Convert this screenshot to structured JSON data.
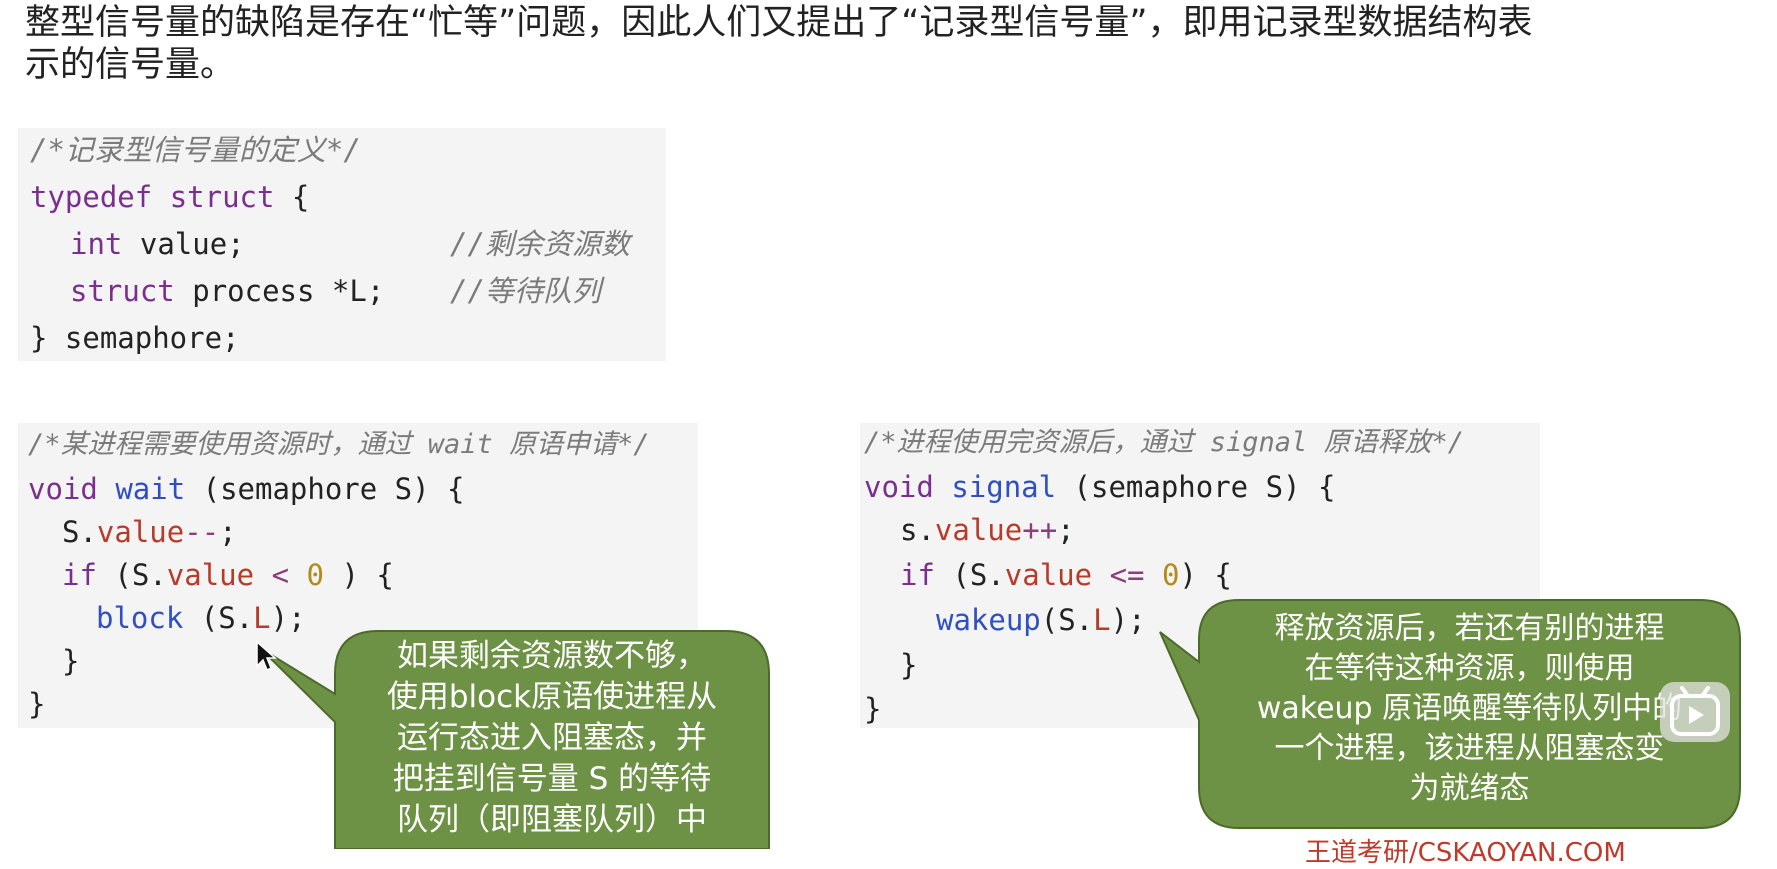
{
  "intro": {
    "line1": "整型信号量的缺陷是存在“忙等”问题，因此人们又提出了“记录型信号量”，即用记录型数据结构表",
    "line2": "示的信号量。"
  },
  "definition": {
    "comment": "/*记录型信号量的定义*/",
    "kw_typedef": "typedef",
    "kw_struct": "struct",
    "brace_open": "{",
    "kw_int": "int",
    "field_value": "value;",
    "comment_value": "//剩余资源数",
    "kw_struct2": "struct",
    "field_list": "process *L;",
    "comment_list": "//等待队列",
    "closing": "} semaphore;"
  },
  "wait_code": {
    "comment": "/*某进程需要使用资源时，通过 wait 原语申请*/",
    "kw_void": "void",
    "fn_name": "wait",
    "signature": "(semaphore S) {",
    "l2_obj": "S.",
    "l2_field": "value",
    "l2_op": "--",
    "l2_end": ";",
    "l3_if": "if",
    "l3_a": "(S.",
    "l3_field": "value",
    "l3_op": "<",
    "l3_num": "0",
    "l3_end": ") {",
    "l4_fn": "block",
    "l4_a": "(S.",
    "l4_field": "L",
    "l4_end": ");",
    "l5": "}",
    "l6": "}"
  },
  "signal_code": {
    "comment": "/*进程使用完资源后，通过 signal 原语释放*/",
    "kw_void": "void",
    "fn_name": "signal",
    "signature": "(semaphore S) {",
    "l2_obj": "s.",
    "l2_field": "value",
    "l2_op": "++",
    "l2_end": ";",
    "l3_if": "if",
    "l3_a": "(S.",
    "l3_field": "value",
    "l3_op": "<=",
    "l3_num": "0",
    "l3_end": ") {",
    "l4_fn": "wakeup",
    "l4_a": "(S.",
    "l4_field": "L",
    "l4_end": ");",
    "l5": "}",
    "l6": "}"
  },
  "callout_block": {
    "lines": [
      "如果剩余资源数不够，",
      "使用block原语使进程从",
      "运行态进入阻塞态，并",
      "把挂到信号量 S 的等待",
      "队列（即阻塞队列）中"
    ]
  },
  "callout_wakeup": {
    "lines": [
      "释放资源后，若还有别的进程",
      "在等待这种资源，则使用",
      "wakeup 原语唤醒等待队列中的",
      "一个进程，该进程从阻塞态变",
      "为就绪态"
    ]
  },
  "watermark": "王道考研/CSKAOYAN.COM",
  "colors": {
    "callout_fill": "#6e9245",
    "callout_border": "#4c6b2b",
    "code_bg": "#f4f4f4",
    "keyword": "#7a2f8e",
    "function": "#2f4fc2",
    "field": "#b83b2a",
    "number": "#b5891a",
    "watermark": "#c0392b"
  },
  "icons": {
    "cursor": "mouse-pointer-icon",
    "play": "video-play-icon"
  }
}
